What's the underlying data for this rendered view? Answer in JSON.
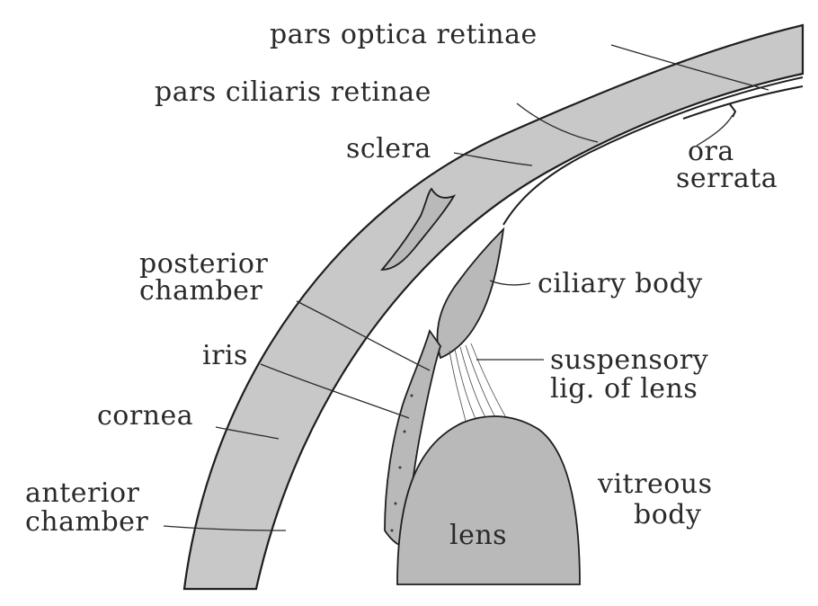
{
  "labels": {
    "pars_optica_retinae": "pars optica retinae",
    "pars_ciliaris_retinae": "pars ciliaris retinae",
    "sclera": "sclera",
    "ora_serrata_line1": "ora",
    "ora_serrata_line2": "serrata",
    "posterior_chamber_line1": "posterior",
    "posterior_chamber_line2": "chamber",
    "ciliary_body": "ciliary body",
    "iris": "iris",
    "suspensory_line1": "suspensory",
    "suspensory_line2": "lig. of lens",
    "cornea": "cornea",
    "anterior_chamber_line1": "anterior",
    "anterior_chamber_line2": "chamber",
    "vitreous_line1": "vitreous",
    "vitreous_line2": "body",
    "lens": "lens"
  },
  "colors": {
    "tissue_fill": "#c8c8c8",
    "ink": "#1e1e1e",
    "background": "#ffffff"
  }
}
